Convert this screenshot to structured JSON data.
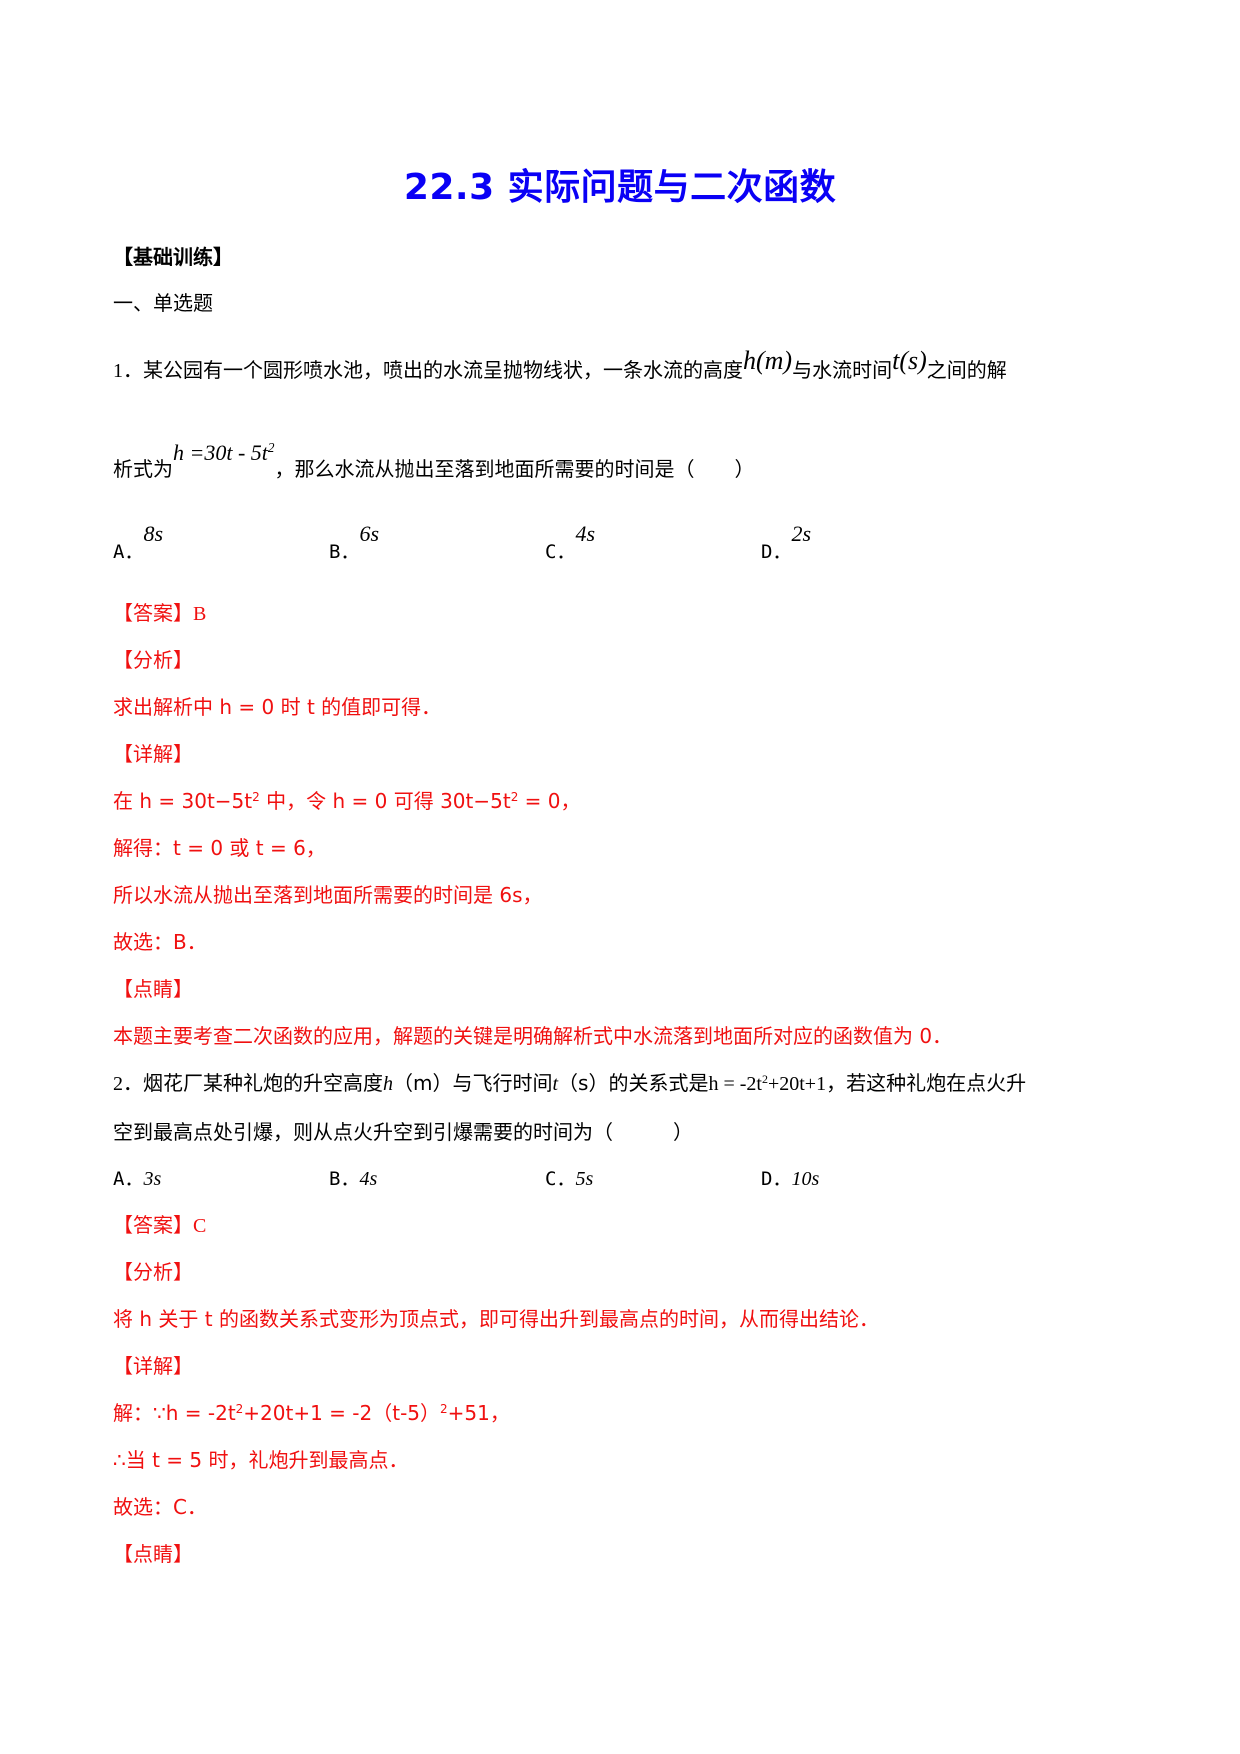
{
  "document": {
    "title": "22.3 实际问题与二次函数",
    "section_label": "【基础训练】",
    "subsection_label": "一、单选题"
  },
  "questions": [
    {
      "number": "1．",
      "stem_line1_a": "某公园有一个圆形喷水池，喷出的水流呈抛物线状，一条水流的高度",
      "stem_var1": "h(m)",
      "stem_line1_b": "与水流时间",
      "stem_var2": "t(s)",
      "stem_line1_c": "之间的解",
      "stem_line2_a": "析式为",
      "stem_formula": "h =30t - 5t",
      "stem_formula_exp": "2",
      "stem_line2_b": "，那么水流从抛出至落到地面所需要的时间是（　　）",
      "options": [
        {
          "label": "A．",
          "value": "8s"
        },
        {
          "label": "B．",
          "value": "6s"
        },
        {
          "label": "C．",
          "value": "4s"
        },
        {
          "label": "D．",
          "value": "2s"
        }
      ],
      "answer_label": "【答案】",
      "answer_value": "B",
      "analysis_label": "【分析】",
      "analysis_text": "求出解析中 h = 0 时 t 的值即可得．",
      "detail_label": "【详解】",
      "detail_lines": [
        {
          "a": "在 h = 30t−5t",
          "exp": "2",
          "b": " 中，令 h = 0 可得 30t−5t",
          "exp2": "2",
          "c": " = 0，"
        },
        {
          "text": "解得：t = 0 或 t = 6，"
        },
        {
          "text": "所以水流从抛出至落到地面所需要的时间是 6s，"
        },
        {
          "text": "故选：B．"
        }
      ],
      "comment_label": "【点睛】",
      "comment_text": "本题主要考查二次函数的应用，解题的关键是明确解析式中水流落到地面所对应的函数值为 0．"
    },
    {
      "number": "2．",
      "stem_line1_a": "烟花厂某种礼炮的升空高度",
      "stem_var1": "h",
      "stem_unit1": "（m）",
      "stem_line1_b": "与飞行时间",
      "stem_var2": "t",
      "stem_unit2": "（s）",
      "stem_line1_c": "的关系式是",
      "stem_formula_a": "h = -2t",
      "stem_formula_exp": "2",
      "stem_formula_b": "+20t+1",
      "stem_line1_d": "，若这种礼炮在点火升",
      "stem_line2": "空到最高点处引爆，则从点火升空到引爆需要的时间为（　　　）",
      "options": [
        {
          "label": "A．",
          "value": "3s"
        },
        {
          "label": "B．",
          "value": "4s"
        },
        {
          "label": "C．",
          "value": "5s"
        },
        {
          "label": "D．",
          "value": "10s"
        }
      ],
      "answer_label": "【答案】",
      "answer_value": "C",
      "analysis_label": "【分析】",
      "analysis_text": "将 h 关于 t 的函数关系式变形为顶点式，即可得出升到最高点的时间，从而得出结论．",
      "detail_label": "【详解】",
      "detail_line1_a": "解：∵h = -2t",
      "detail_line1_exp": "2",
      "detail_line1_b": "+20t+1 = -2（t-5）",
      "detail_line1_exp2": "2",
      "detail_line1_c": "+51，",
      "detail_line2": "∴当 t = 5 时，礼炮升到最高点．",
      "detail_line3": "故选：C．",
      "comment_label": "【点睛】"
    }
  ]
}
